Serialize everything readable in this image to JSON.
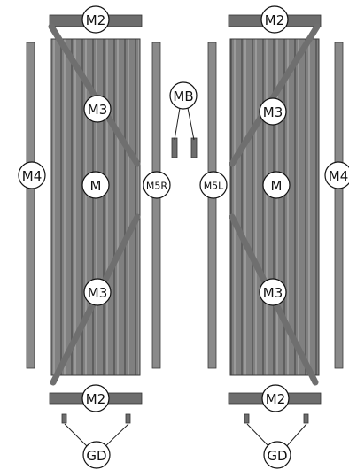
{
  "diagram": {
    "title": "",
    "labels": {
      "m2": "M2",
      "m3": "M3",
      "m4": "M4",
      "m": "M",
      "m5r": "M5R",
      "m5l": "M5L",
      "mb": "MB",
      "gd": "GD"
    },
    "colors": {
      "panel": "#7e7e7e",
      "rail": "#8a8a8a",
      "outline": "#3a3a3a",
      "background": "#ffffff"
    }
  }
}
